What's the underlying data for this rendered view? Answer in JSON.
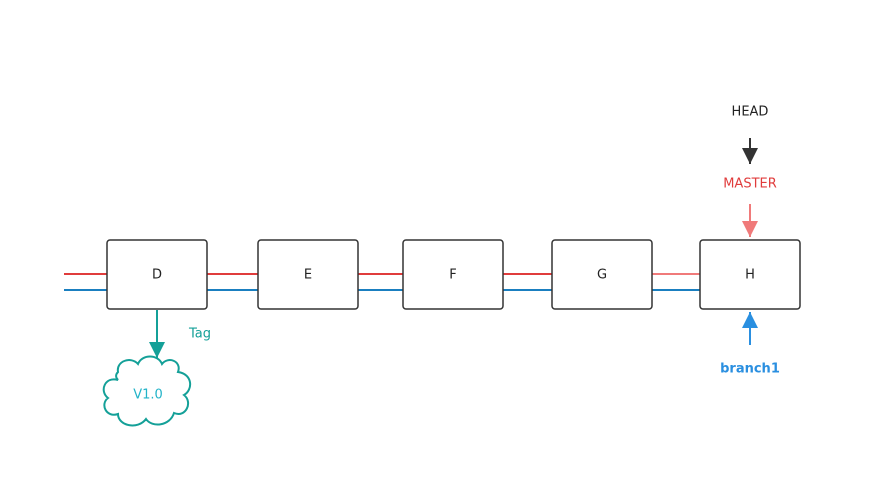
{
  "colors": {
    "master": "#e03c3c",
    "master_light": "#f07a7a",
    "branch": "#1a7fc0",
    "branch_label": "#2a8fe0",
    "tag": "#14a098",
    "tag_text": "#22b3c8",
    "head": "#333333",
    "box_stroke": "#333333"
  },
  "commits": [
    {
      "id": "D"
    },
    {
      "id": "E"
    },
    {
      "id": "F"
    },
    {
      "id": "G"
    },
    {
      "id": "H"
    }
  ],
  "refs": {
    "head": {
      "label": "HEAD"
    },
    "master": {
      "label": "MASTER"
    },
    "branch1": {
      "label": "branch1"
    },
    "tag": {
      "label": "Tag",
      "name": "V1.0"
    }
  }
}
